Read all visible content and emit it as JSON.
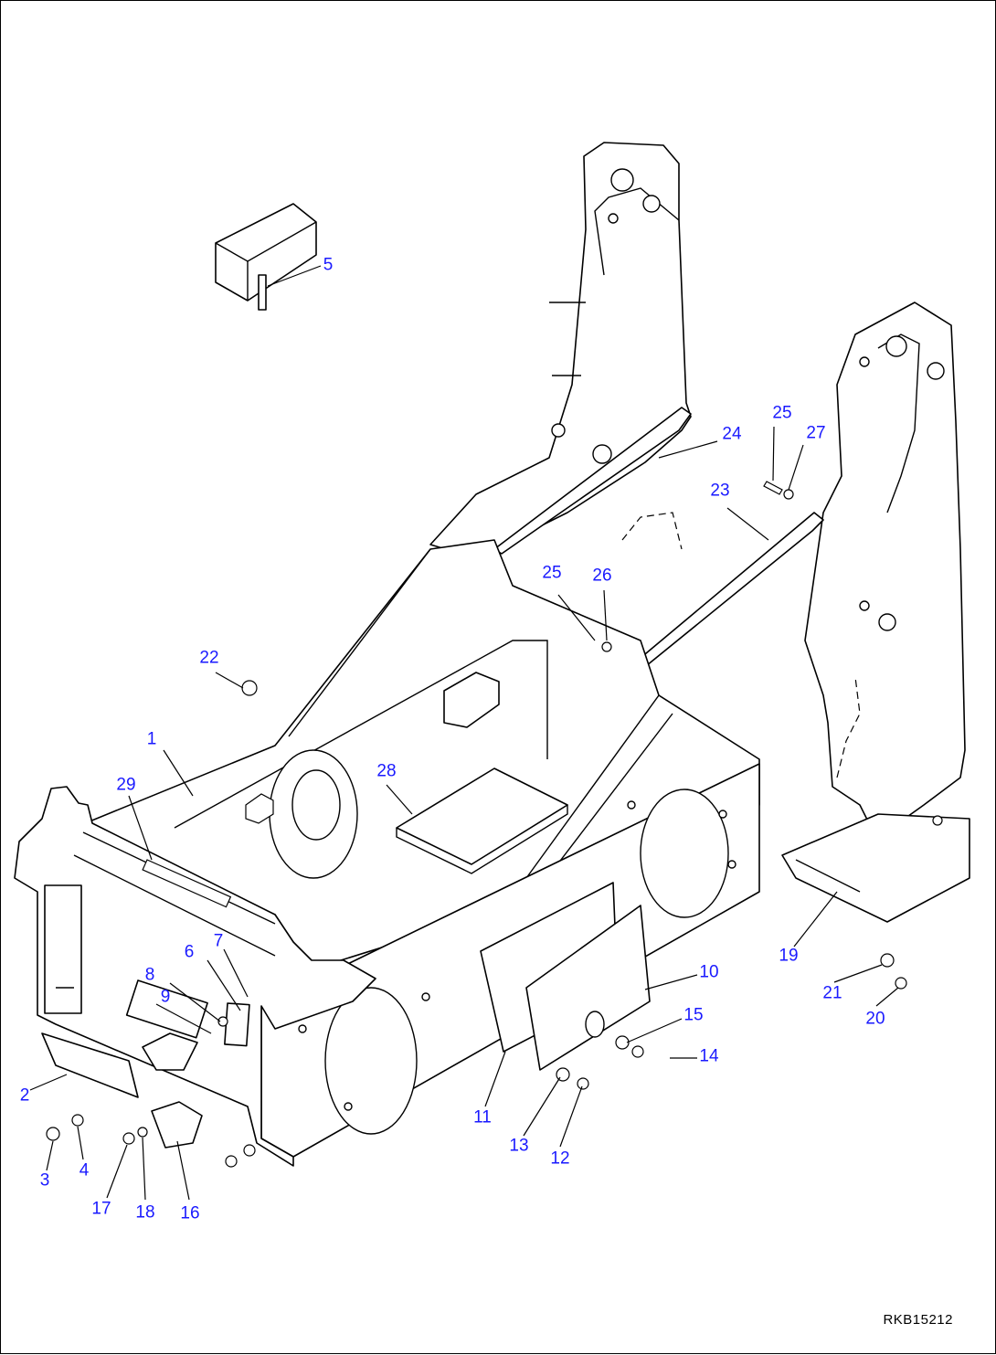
{
  "callouts": [
    {
      "id": "1",
      "text": "1"
    },
    {
      "id": "2",
      "text": "2"
    },
    {
      "id": "3",
      "text": "3"
    },
    {
      "id": "4",
      "text": "4"
    },
    {
      "id": "5",
      "text": "5"
    },
    {
      "id": "6",
      "text": "6"
    },
    {
      "id": "7",
      "text": "7"
    },
    {
      "id": "8",
      "text": "8"
    },
    {
      "id": "9",
      "text": "9"
    },
    {
      "id": "10",
      "text": "10"
    },
    {
      "id": "11",
      "text": "11"
    },
    {
      "id": "12",
      "text": "12"
    },
    {
      "id": "13",
      "text": "13"
    },
    {
      "id": "14",
      "text": "14"
    },
    {
      "id": "15",
      "text": "15"
    },
    {
      "id": "16",
      "text": "16"
    },
    {
      "id": "17",
      "text": "17"
    },
    {
      "id": "18",
      "text": "18"
    },
    {
      "id": "19",
      "text": "19"
    },
    {
      "id": "20",
      "text": "20"
    },
    {
      "id": "21",
      "text": "21"
    },
    {
      "id": "22",
      "text": "22"
    },
    {
      "id": "23",
      "text": "23"
    },
    {
      "id": "24",
      "text": "24"
    },
    {
      "id": "25a",
      "text": "25"
    },
    {
      "id": "25b",
      "text": "25"
    },
    {
      "id": "26",
      "text": "26"
    },
    {
      "id": "27",
      "text": "27"
    },
    {
      "id": "28",
      "text": "28"
    },
    {
      "id": "29",
      "text": "29"
    }
  ],
  "drawing_code": "RKB15212",
  "colors": {
    "callout": "#1a1aff",
    "line": "#000000",
    "background": "#ffffff"
  }
}
